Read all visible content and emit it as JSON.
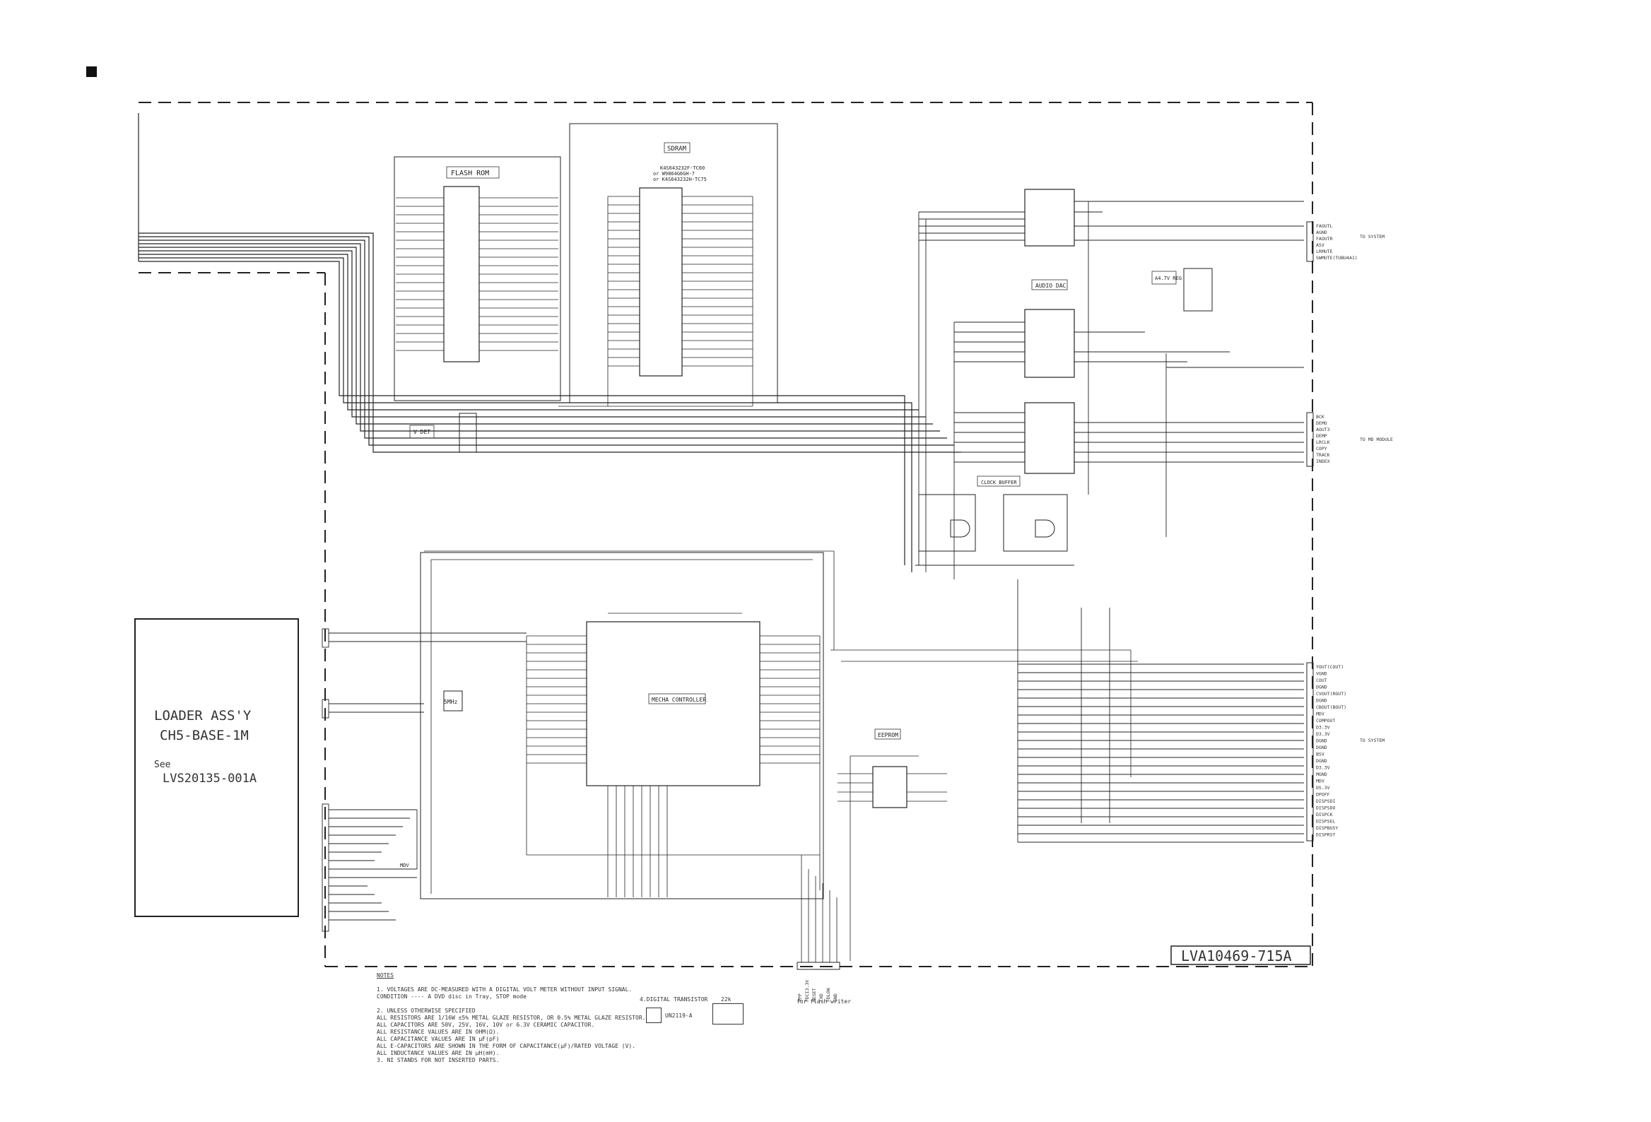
{
  "colors": {
    "line": "#222222",
    "background": "#ffffff"
  },
  "ic_labels": {
    "flash_rom": "FLASH ROM",
    "sdram": "SDRAM",
    "sdram_parts": [
      "K4S643232F-TC60",
      "or W9864G6GH-7",
      "or K4S643232H-TC75"
    ],
    "audio_dac": "AUDIO DAC",
    "clock_buffer": "CLOCK BUFFER",
    "mecha_controller": "MECHA CONTROLLER",
    "eeprom": "EEPROM",
    "v_det": "V DET",
    "a5v_reg": "A4.7V REG",
    "xtal": "5MHz",
    "mdv": "MDV"
  },
  "loader": {
    "line1": "LOADER ASS'Y",
    "line2": "CH5-BASE-1M",
    "see": "See",
    "part": "LVS20135-001A"
  },
  "board_id": "LVA10469-715A",
  "connector_top_system": {
    "label": "TO SYSTEM",
    "pins": [
      "FAOUTL",
      "AGND",
      "FAOUTR",
      "A5V",
      "LRMUTE",
      "SWMUTE(TUBU4A1)"
    ]
  },
  "connector_md": {
    "label": "TO MD MODULE",
    "pins": [
      "BCK",
      "DEMO",
      "AOUT3",
      "DEMP",
      "LRCLK",
      "COPY",
      "TRACK",
      "INDEX"
    ]
  },
  "connector_system2": {
    "label": "TO SYSTEM",
    "pins": [
      "YOUT(COUT)",
      "VGND",
      "COUT",
      "DGND",
      "CVOUT(ROUT)",
      "DGND",
      "CBOUT(BOUT)",
      "MDV",
      "COMPOUT",
      "D3.3V",
      "D3.3V",
      "DGND",
      "DGND",
      "BSV",
      "DGND",
      "D3.3V",
      "MGND",
      "MDV",
      "DS.3V",
      "DPOFF",
      "DISPSDI",
      "DISPSDO",
      "DISPCK",
      "DISPSEL",
      "DISPBUSY",
      "DISPRST"
    ]
  },
  "flash_writer": {
    "label": "for flash writer",
    "pins": [
      "VPP",
      "FDCI3.3V",
      "RESET",
      "TXD",
      "FDLOW",
      "GND"
    ]
  },
  "dt": {
    "title": "4.DIGITAL TRANSISTOR",
    "part": "UN2119-A",
    "r": "22k"
  },
  "notes": {
    "title": "NOTES",
    "lines": [
      "1. VOLTAGES ARE DC-MEASURED WITH A DIGITAL VOLT METER WITHOUT INPUT SIGNAL.",
      "   CONDITION ---- A DVD disc in Tray, STOP mode",
      "2. UNLESS OTHERWISE SPECIFIED",
      "   ALL RESISTORS ARE 1/16W ±5% METAL GLAZE RESISTOR, OR 0.5% METAL GLAZE RESISTOR.",
      "   ALL CAPACITORS ARE 50V, 25V, 16V, 10V or 6.3V CERAMIC CAPACITOR.",
      "   ALL RESISTANCE VALUES ARE IN OHM(Ω).",
      "   ALL CAPACITANCE VALUES ARE IN μF(pF)",
      "   ALL E-CAPACITORS ARE SHOWN IN THE FORM OF CAPACITANCE(μF)/RATED VOLTAGE (V).",
      "   ALL INDUCTANCE VALUES ARE IN μH(mH).",
      "3. NI STANDS FOR NOT INSERTED PARTS."
    ]
  }
}
